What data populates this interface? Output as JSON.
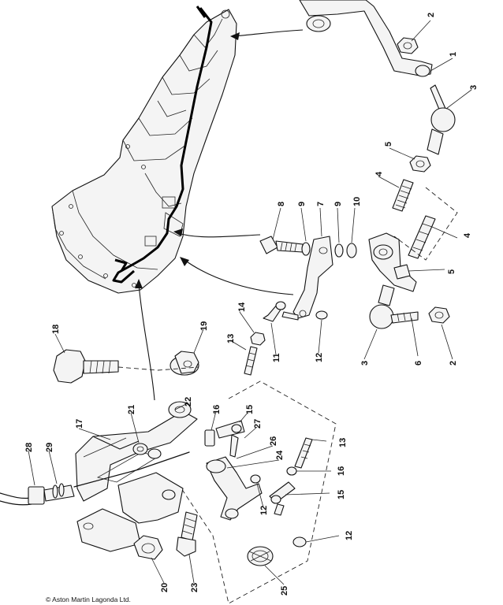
{
  "copyright": "© Aston Martin Lagonda Ltd.",
  "callouts": [
    {
      "id": "c1",
      "text": "1"
    },
    {
      "id": "c2a",
      "text": "2"
    },
    {
      "id": "c2b",
      "text": "2"
    },
    {
      "id": "c3a",
      "text": "3"
    },
    {
      "id": "c3b",
      "text": "3"
    },
    {
      "id": "c4a",
      "text": "4"
    },
    {
      "id": "c4b",
      "text": "4"
    },
    {
      "id": "c5a",
      "text": "5"
    },
    {
      "id": "c5b",
      "text": "5"
    },
    {
      "id": "c6",
      "text": "6"
    },
    {
      "id": "c7",
      "text": "7"
    },
    {
      "id": "c8",
      "text": "8"
    },
    {
      "id": "c9a",
      "text": "9"
    },
    {
      "id": "c9b",
      "text": "9"
    },
    {
      "id": "c10",
      "text": "10"
    },
    {
      "id": "c11",
      "text": "11"
    },
    {
      "id": "c12a",
      "text": "12"
    },
    {
      "id": "c12b",
      "text": "12"
    },
    {
      "id": "c12c",
      "text": "12"
    },
    {
      "id": "c13a",
      "text": "13"
    },
    {
      "id": "c13b",
      "text": "13"
    },
    {
      "id": "c14",
      "text": "14"
    },
    {
      "id": "c15a",
      "text": "15"
    },
    {
      "id": "c15b",
      "text": "15"
    },
    {
      "id": "c16a",
      "text": "16"
    },
    {
      "id": "c16b",
      "text": "16"
    },
    {
      "id": "c17",
      "text": "17"
    },
    {
      "id": "c18",
      "text": "18"
    },
    {
      "id": "c19",
      "text": "19"
    },
    {
      "id": "c20",
      "text": "20"
    },
    {
      "id": "c21",
      "text": "21"
    },
    {
      "id": "c22",
      "text": "22"
    },
    {
      "id": "c23",
      "text": "23"
    },
    {
      "id": "c24",
      "text": "24"
    },
    {
      "id": "c25",
      "text": "25"
    },
    {
      "id": "c26",
      "text": "26"
    },
    {
      "id": "c27",
      "text": "27"
    },
    {
      "id": "c28",
      "text": "28"
    },
    {
      "id": "c29",
      "text": "29"
    }
  ]
}
